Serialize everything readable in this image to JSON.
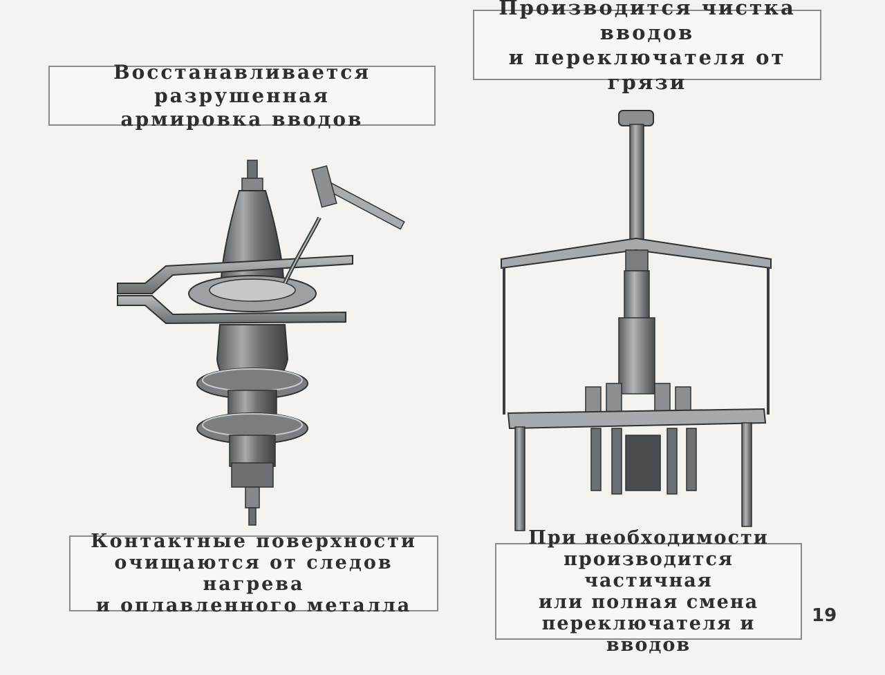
{
  "captions": {
    "top_left": {
      "line1": "Восстанавливается разрушенная",
      "line2": "армировка вводов"
    },
    "top_right": {
      "line1": "Производится чистка вводов",
      "line2": "и переключателя от грязи"
    },
    "bottom_left": {
      "line1": "Контактные поверхности",
      "line2": "очищаются от следов нагрева",
      "line3": "и оплавленного металла"
    },
    "bottom_right": {
      "line1": "При необходимости",
      "line2": "производится частичная",
      "line3": "или полная смена",
      "line4": "переключателя и вводов"
    }
  },
  "page_number": "19",
  "illustrations": {
    "left": "bushing-with-hammer-illustration",
    "right": "tap-changer-frame-illustration"
  },
  "colors": {
    "paper": "#f4f3ef",
    "metal_dark": "#4a4d4f",
    "metal_mid": "#8c9092",
    "metal_light": "#c9cccd",
    "frame_border": "#8a8a88"
  }
}
